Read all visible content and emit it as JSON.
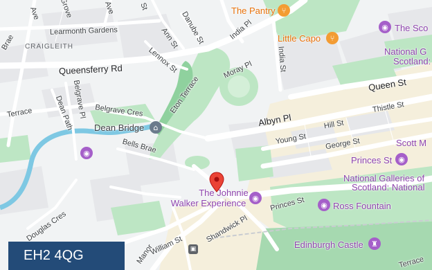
{
  "postcode": "EH2 4QG",
  "map": {
    "districts": [
      "CRAIGLEITH"
    ],
    "major_roads": [
      "Queensferry Rd",
      "Albyn Pl",
      "Queen St"
    ],
    "streets": [
      "Learmonth Gardens",
      "Grove",
      "Ave",
      "Ave",
      "St",
      "Danube St",
      "Ann St",
      "Lennox St",
      "India Pl",
      "India St",
      "Moray Pl",
      "Eton Terrace",
      "Belgrave Cres",
      "Belgrave Pl",
      "Dean Path",
      "Terrace",
      "Bells Brae",
      "Young St",
      "Hill St",
      "George St",
      "Thistle St",
      "Douglas Cres",
      "Manor",
      "William St",
      "Shandwick Pl",
      "Princes St",
      "Terrace",
      "Brae"
    ],
    "pois": {
      "the_pantry": "The Pantry",
      "little_capo": "Little Capo",
      "the_sco": "The Sco",
      "national_g_line1": "National G",
      "national_g_line2": "Scotland:",
      "dean_bridge": "Dean Bridge",
      "johnnie_line1": "The Johnnie",
      "johnnie_line2": "Walker Experience",
      "scott_m": "Scott M",
      "princes_st_poi": "Princes St",
      "galleries_line1": "National Galleries of",
      "galleries_line2": "Scotland: National",
      "ross_fountain": "Ross Fountain",
      "edinburgh_castle": "Edinburgh Castle"
    },
    "icons": {
      "restaurant": "fork-knife-icon",
      "museum": "camera-icon",
      "bridge": "landmark-icon",
      "castle": "castle-icon",
      "transit": "transit-icon",
      "pin": "location-pin-icon"
    },
    "colors": {
      "park": "#bde6c4",
      "park_dark": "#8fd19e",
      "water": "#7ec8e3",
      "road": "#ffffff",
      "block": "#e8eaed",
      "commercial": "#f5efdc",
      "orange": "#f39c33",
      "purple": "#a55fc9",
      "pin": "#ea4335",
      "postcode_bg": "#234b78"
    }
  }
}
